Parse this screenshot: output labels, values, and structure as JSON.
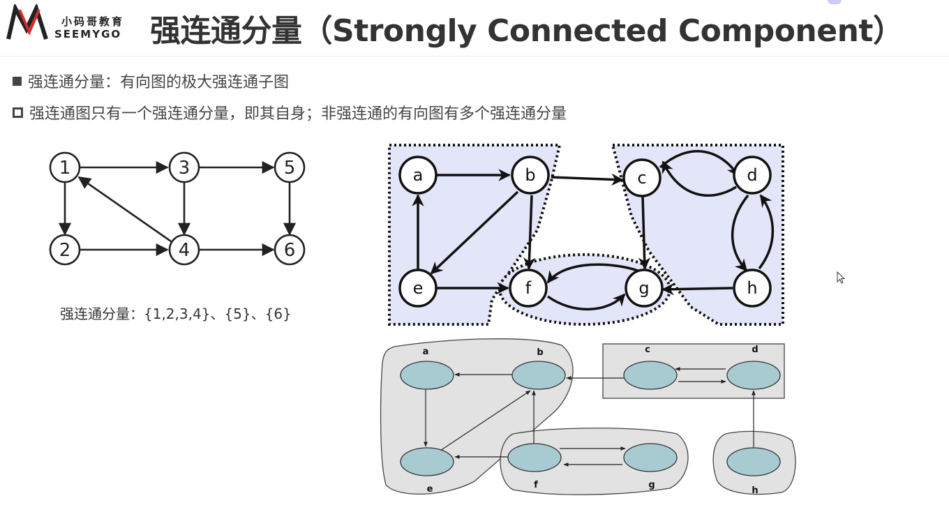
{
  "header": {
    "logo_cn": "小码哥教育",
    "logo_en": "SEEMYGO",
    "title": "强连通分量（Strongly Connected Component）"
  },
  "bullets": [
    {
      "marker": "filled-square",
      "text": "强连通分量：有向图的极大强连通子图"
    },
    {
      "marker": "hollow-square",
      "text": "强连通图只有一个强连通分量，即其自身；非强连通的有向图有多个强连通分量"
    }
  ],
  "graph1": {
    "nodes": [
      "1",
      "2",
      "3",
      "4",
      "5",
      "6"
    ],
    "edges": [
      [
        "1",
        "3"
      ],
      [
        "3",
        "5"
      ],
      [
        "1",
        "2"
      ],
      [
        "2",
        "4"
      ],
      [
        "4",
        "6"
      ],
      [
        "3",
        "4"
      ],
      [
        "5",
        "6"
      ],
      [
        "4",
        "1"
      ]
    ],
    "caption": "强连通分量：{1,2,3,4}、{5}、{6}"
  },
  "graph2": {
    "nodes": [
      "a",
      "b",
      "c",
      "d",
      "e",
      "f",
      "g",
      "h"
    ],
    "edges": [
      [
        "a",
        "b"
      ],
      [
        "b",
        "c"
      ],
      [
        "b",
        "e"
      ],
      [
        "b",
        "f"
      ],
      [
        "e",
        "a"
      ],
      [
        "e",
        "f"
      ],
      [
        "c",
        "d"
      ],
      [
        "d",
        "c"
      ],
      [
        "c",
        "g"
      ],
      [
        "f",
        "g"
      ],
      [
        "g",
        "f"
      ],
      [
        "d",
        "h"
      ],
      [
        "h",
        "d"
      ],
      [
        "h",
        "g"
      ]
    ],
    "components": [
      [
        "a",
        "b",
        "e"
      ],
      [
        "c",
        "d",
        "h"
      ],
      [
        "f",
        "g"
      ]
    ]
  },
  "graph3": {
    "nodes": [
      "a",
      "b",
      "c",
      "d",
      "e",
      "f",
      "g",
      "h"
    ],
    "edges": [
      [
        "b",
        "a"
      ],
      [
        "a",
        "e"
      ],
      [
        "e",
        "b"
      ],
      [
        "c",
        "b"
      ],
      [
        "c",
        "d"
      ],
      [
        "d",
        "c"
      ],
      [
        "f",
        "e"
      ],
      [
        "f",
        "b"
      ],
      [
        "f",
        "g"
      ],
      [
        "g",
        "f"
      ],
      [
        "h",
        "d"
      ]
    ],
    "components": [
      [
        "a",
        "b",
        "e"
      ],
      [
        "c",
        "d"
      ],
      [
        "f",
        "g"
      ],
      [
        "h"
      ]
    ]
  },
  "colors": {
    "title": "#333333",
    "component_fill_dotted": "#e3e5f8",
    "component_fill_gray": "#e2e2e2",
    "node_fill_ellipse": "#a8cbd1",
    "accent": "#c9cdf5"
  }
}
